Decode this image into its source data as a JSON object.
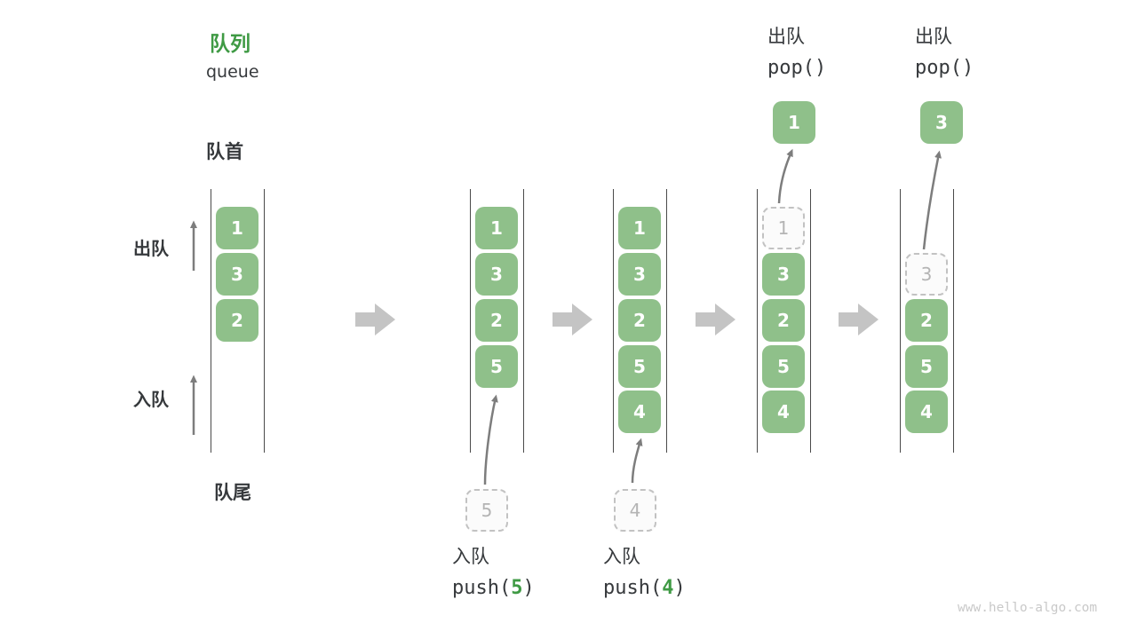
{
  "title": {
    "zh": "队列",
    "en": "queue"
  },
  "side_labels": {
    "front": "队首",
    "rear": "队尾",
    "dequeue": "出队",
    "enqueue": "入队"
  },
  "columns": [
    {
      "cells": [
        "1",
        "3",
        "2"
      ]
    },
    {
      "cells": [
        "1",
        "3",
        "2",
        "5"
      ],
      "staged": "5"
    },
    {
      "cells": [
        "1",
        "3",
        "2",
        "5",
        "4"
      ],
      "staged": "4"
    },
    {
      "ghost": "1",
      "cells": [
        "3",
        "2",
        "5",
        "4"
      ],
      "popped": "1"
    },
    {
      "ghost": "3",
      "cells": [
        "2",
        "5",
        "4"
      ],
      "popped": "3"
    }
  ],
  "operations": {
    "push5": {
      "label": "入队",
      "code_prefix": "push(",
      "arg": "5",
      "code_suffix": ")"
    },
    "push4": {
      "label": "入队",
      "code_prefix": "push(",
      "arg": "4",
      "code_suffix": ")"
    },
    "pop1": {
      "label": "出队",
      "code": "pop()"
    },
    "pop2": {
      "label": "出队",
      "code": "pop()"
    }
  },
  "watermark": "www.hello-algo.com",
  "colors": {
    "accent_green": "#3f9a44",
    "box_green": "#8fc08a",
    "box_text": "#ffffff",
    "dark_text": "#36393c",
    "ghost_border": "#c2c2c2",
    "ghost_text": "#b4b4b4",
    "ghost_bg": "#fbfbfb",
    "thin_arrow": "#7d7d7d",
    "block_arrow": "#c4c4c4",
    "line": "#4a4a4a",
    "watermark": "#c9c9c9"
  }
}
